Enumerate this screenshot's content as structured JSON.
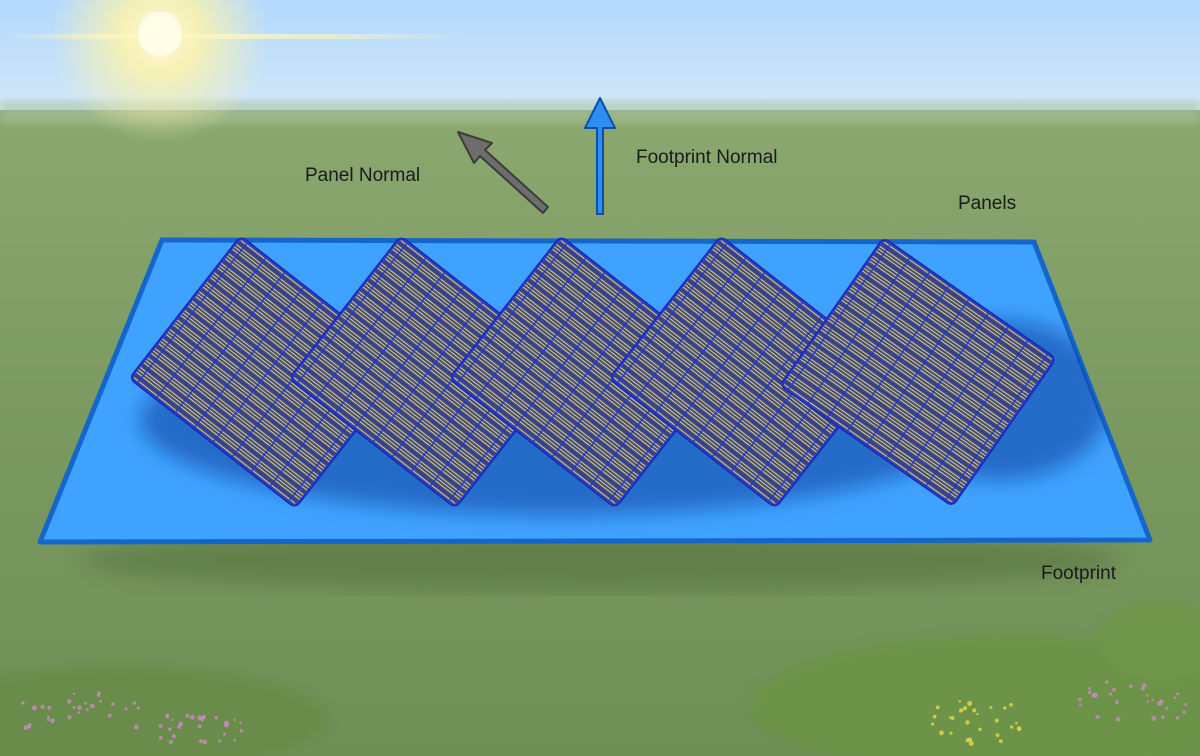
{
  "labels": {
    "panel_normal": "Panel Normal",
    "footprint_normal": "Footprint Normal",
    "panels": "Panels",
    "footprint": "Footprint"
  },
  "colors": {
    "sky_top": "#b7dbff",
    "sky_bottom": "#cfe6f7",
    "grass": "#7f9d62",
    "footprint_fill": "#3fa0ff",
    "footprint_stroke": "#1664c8",
    "panel_fill": "#4f5157",
    "panel_grid": "#1e2fd8",
    "panel_normal_arrow": "#6b6b6b",
    "footprint_normal_arrow": "#2c8cf0"
  },
  "panels": {
    "count": 5
  }
}
